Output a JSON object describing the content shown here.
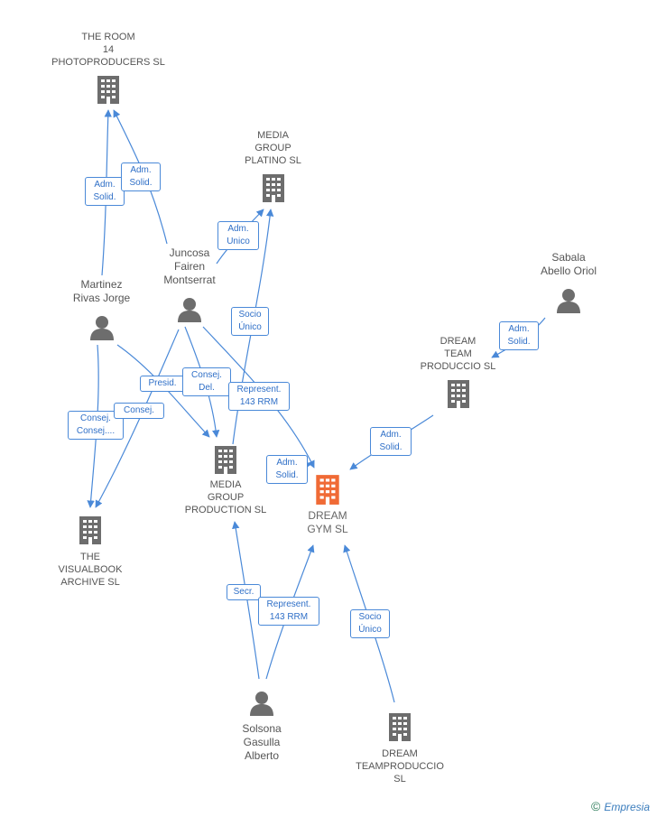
{
  "nodes": {
    "room14": {
      "label": "THE ROOM\n14\nPHOTOPRODUCERS SL",
      "type": "company"
    },
    "platino": {
      "label": "MEDIA\nGROUP\nPLATINO SL",
      "type": "company"
    },
    "juncosa": {
      "label": "Juncosa\nFairen\nMontserrat",
      "type": "person"
    },
    "martinez": {
      "label": "Martinez\nRivas Jorge",
      "type": "person"
    },
    "sabala": {
      "label": "Sabala\nAbello Oriol",
      "type": "person"
    },
    "dreamteam": {
      "label": "DREAM\nTEAM\nPRODUCCIO SL",
      "type": "company"
    },
    "mgproduction": {
      "label": "MEDIA\nGROUP\nPRODUCTION SL",
      "type": "company"
    },
    "dreamgym": {
      "label": "DREAM\nGYM SL",
      "type": "focus"
    },
    "visualbook": {
      "label": "THE\nVISUALBOOK\nARCHIVE SL",
      "type": "company"
    },
    "solsona": {
      "label": "Solsona\nGasulla\nAlberto",
      "type": "person"
    },
    "teamproduccio": {
      "label": "DREAM\nTEAMPRODUCCIO\nSL",
      "type": "company"
    }
  },
  "relations": {
    "r1": "Adm.\nSolid.",
    "r2": "Adm.\nSolid.",
    "r3": "Adm.\nUnico",
    "r4": "Socio\nÚnico",
    "r5": "Adm.\nSolid.",
    "r6": "Presid.",
    "r7": "Consej.\nDel.",
    "r8": "Represent.\n143 RRM",
    "r9": "Consej.\nConsej....",
    "r10": "Consej.",
    "r11": "Adm.\nSolid.",
    "r12": "Adm.\nSolid.",
    "r13": "Secr.",
    "r14": "Represent.\n143 RRM",
    "r15": "Socio\nÚnico"
  },
  "colors": {
    "company": "#6d6d6d",
    "focus": "#f06a35",
    "person": "#6d6d6d",
    "edge": "#4a89d8"
  },
  "footer": {
    "copyright": "©",
    "brand": "Empresia"
  }
}
